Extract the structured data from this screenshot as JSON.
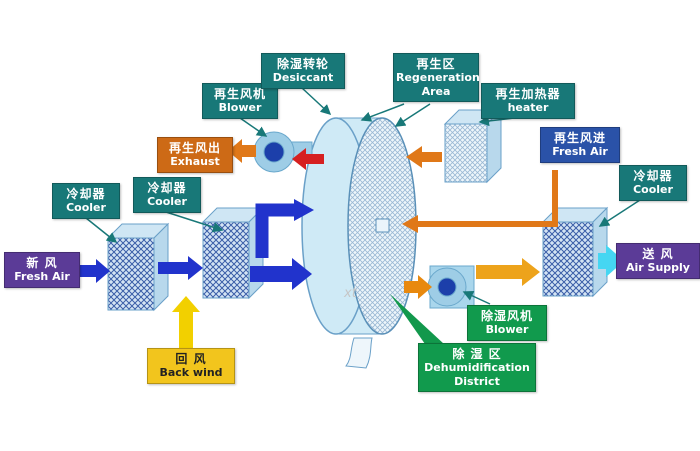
{
  "labels": {
    "fresh_air_in": {
      "zh": "新 风",
      "en": "Fresh Air"
    },
    "cooler1": {
      "zh": "冷却器",
      "en": "Cooler"
    },
    "cooler2": {
      "zh": "冷却器",
      "en": "Cooler"
    },
    "back_wind": {
      "zh": "回 风",
      "en": "Back wind"
    },
    "regen_blower": {
      "zh": "再生风机",
      "en": "Blower"
    },
    "exhaust": {
      "zh": "再生风出",
      "en": "Exhaust"
    },
    "desiccant_wheel": {
      "zh": "除湿转轮",
      "en": "Desiccant"
    },
    "regen_area": {
      "zh": "再生区",
      "en": "Regeneration Area"
    },
    "regen_heater": {
      "zh": "再生加热器",
      "en": "heater"
    },
    "regen_fresh_air": {
      "zh": "再生风进",
      "en": "Fresh Air"
    },
    "cooler3": {
      "zh": "冷却器",
      "en": "Cooler"
    },
    "air_supply": {
      "zh": "送 风",
      "en": "Air Supply"
    },
    "dehum_blower": {
      "zh": "除湿风机",
      "en": "Blower"
    },
    "dehum_district": {
      "zh": "除 湿 区",
      "en": "Dehumidification",
      "en2": "District"
    }
  },
  "watermark": "xt",
  "colors": {
    "label_teal": "#187878",
    "label_purple": "#5b3b97",
    "label_orange": "#cd6a16",
    "label_yellow": "#f2c51d",
    "label_blue": "#2a52a8",
    "label_green": "#119a4d",
    "arrow_process_blue": "#2133cc",
    "arrow_return_yellow": "#f2d000",
    "arrow_hot_red": "#d62020",
    "arrow_regen_orange": "#e07818",
    "arrow_supply_gold": "#eda31b",
    "arrow_supply_cyan": "#45d6f2",
    "wheel_fill": "#cfeaf6",
    "wheel_stroke": "#6aa0c8"
  }
}
